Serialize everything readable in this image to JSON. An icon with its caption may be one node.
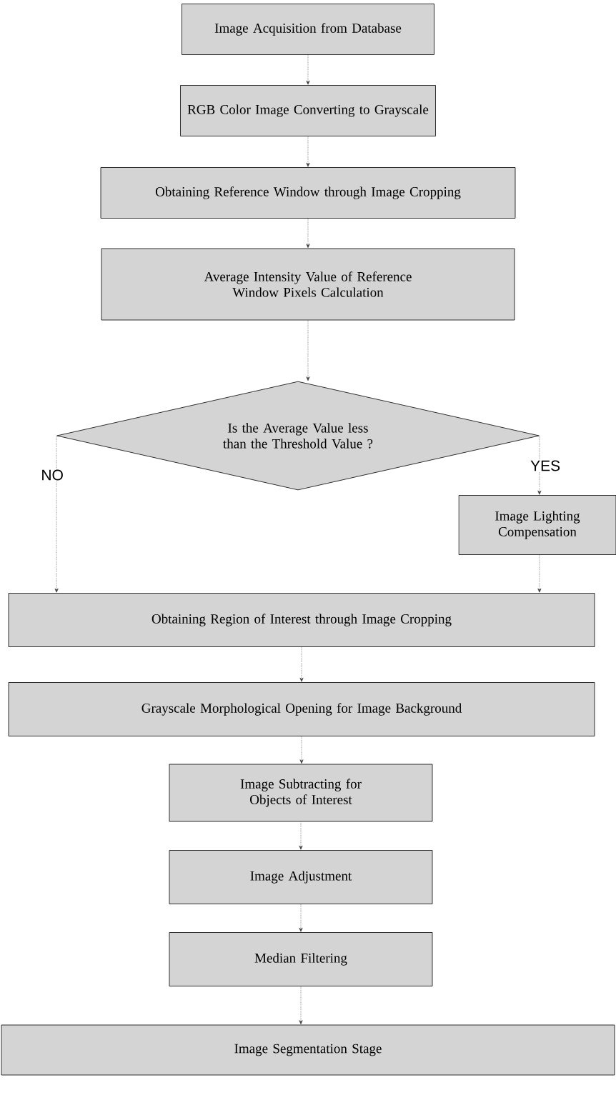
{
  "diagram": {
    "nodes": [
      {
        "text": [
          "Image Acquisition from Database"
        ]
      },
      {
        "text": [
          "RGB Color Image Converting to Grayscale"
        ]
      },
      {
        "text": [
          "Obtaining Reference Window through Image Cropping"
        ]
      },
      {
        "text": [
          "Average Intensity Value of Reference Window Pixels Calculation"
        ]
      },
      {
        "text": [
          "Is the Average Value less than the Threshold Value ?"
        ]
      },
      {
        "text": [
          "Image Lighting Compensation"
        ]
      },
      {
        "text": [
          "Obtaining Region of Interest through Image Cropping"
        ]
      },
      {
        "text": [
          "Grayscale Morphological Opening for Image Background"
        ]
      },
      {
        "text": [
          "Image Subtracting for Objects of Interest"
        ]
      },
      {
        "text": [
          "Image Adjustment"
        ]
      },
      {
        "text": [
          "Median Filtering"
        ]
      },
      {
        "text": [
          "Image Segmentation Stage"
        ]
      }
    ],
    "edges": [
      {
        "from": 0,
        "to": 1,
        "arrow": "to"
      },
      {
        "from": 1,
        "to": 2,
        "arrow": "to"
      },
      {
        "from": 2,
        "to": 3,
        "arrow": "to"
      },
      {
        "from": 3,
        "to": 4,
        "arrow": "to"
      },
      {
        "from": 4,
        "to": 6,
        "arrow": "to",
        "label": "NO"
      },
      {
        "from": 4,
        "to": 5,
        "arrow": "to",
        "label": "YES"
      },
      {
        "from": 5,
        "to": 6,
        "arrow": "to"
      },
      {
        "from": 6,
        "to": 7,
        "arrow": "to"
      },
      {
        "from": 7,
        "to": 8,
        "arrow": "to"
      },
      {
        "from": 8,
        "to": 9,
        "arrow": "to"
      },
      {
        "from": 9,
        "to": 10,
        "arrow": "to"
      },
      {
        "from": 10,
        "to": 11,
        "arrow": "to"
      }
    ]
  }
}
